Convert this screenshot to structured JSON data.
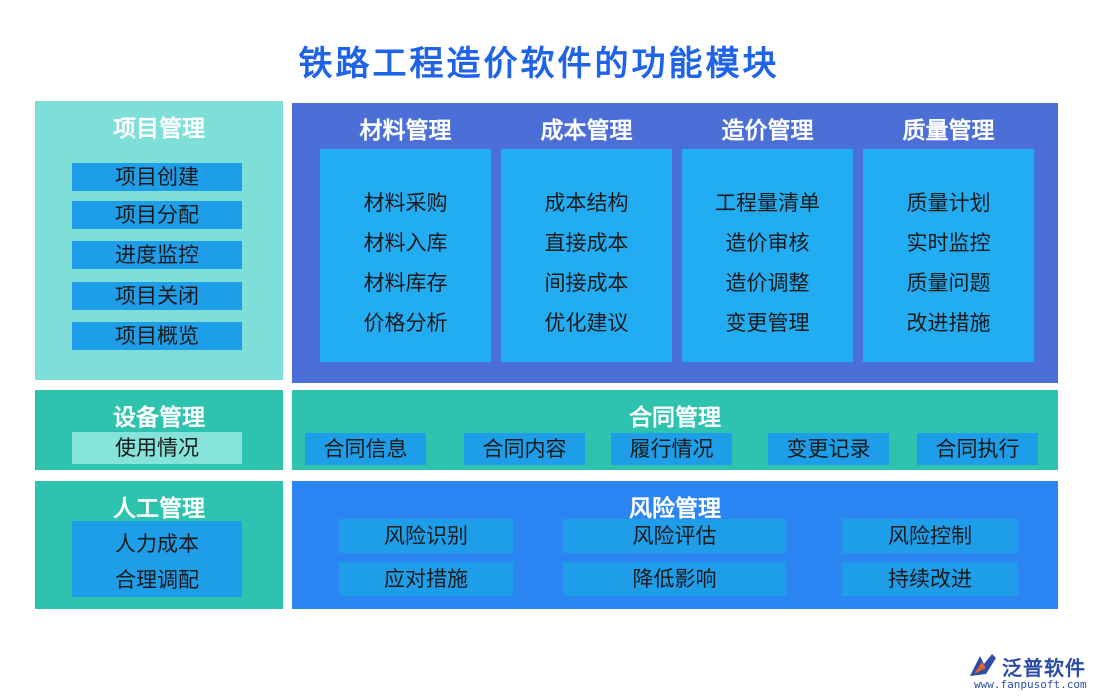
{
  "title": "铁路工程造价软件的功能模块",
  "project": {
    "title": "项目管理",
    "items": [
      "项目创建",
      "项目分配",
      "进度监控",
      "项目关闭",
      "项目概览"
    ]
  },
  "modules": [
    {
      "title": "材料管理",
      "items": [
        "材料采购",
        "材料入库",
        "材料库存",
        "价格分析"
      ]
    },
    {
      "title": "成本管理",
      "items": [
        "成本结构",
        "直接成本",
        "间接成本",
        "优化建议"
      ]
    },
    {
      "title": "造价管理",
      "items": [
        "工程量清单",
        "造价审核",
        "造价调整",
        "变更管理"
      ]
    },
    {
      "title": "质量管理",
      "items": [
        "质量计划",
        "实时监控",
        "质量问题",
        "改进措施"
      ]
    }
  ],
  "equipment": {
    "title": "设备管理",
    "items": [
      "使用情况"
    ]
  },
  "contract": {
    "title": "合同管理",
    "items": [
      "合同信息",
      "合同内容",
      "履行情况",
      "变更记录",
      "合同执行"
    ]
  },
  "labor": {
    "title": "人工管理",
    "items": [
      "人力成本",
      "合理调配"
    ]
  },
  "risk": {
    "title": "风险管理",
    "items": [
      "风险识别",
      "风险评估",
      "风险控制",
      "应对措施",
      "降低影响",
      "持续改进"
    ]
  },
  "logo": {
    "name": "泛普软件",
    "url": "www.fanpusoft.com"
  },
  "colors": {
    "title": "#1f63e8",
    "project_bg": "#7ddfd8",
    "modules_bg": "#4b6fd6",
    "module_box": "#22acf2",
    "teal_bg": "#2ec3ae",
    "risk_bg": "#2b85f2",
    "chip": "#1e9de8"
  }
}
